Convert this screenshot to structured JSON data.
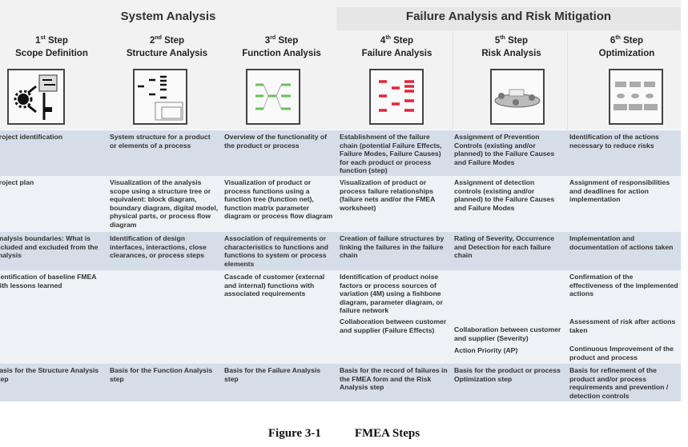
{
  "groups": {
    "system": "System Analysis",
    "failure": "Failure Analysis and Risk Mitigation"
  },
  "steps": [
    {
      "num": "1",
      "sup": "st",
      "word": "Step",
      "name": "Scope Definition",
      "icon": "scope-gear-icon"
    },
    {
      "num": "2",
      "sup": "nd",
      "word": "Step",
      "name": "Structure Analysis",
      "icon": "structure-tree-icon"
    },
    {
      "num": "3",
      "sup": "rd",
      "word": "Step",
      "name": "Function Analysis",
      "icon": "function-net-icon"
    },
    {
      "num": "4",
      "sup": "th",
      "word": "Step",
      "name": "Failure Analysis",
      "icon": "failure-net-icon"
    },
    {
      "num": "5",
      "sup": "th",
      "word": "Step",
      "name": "Risk Analysis",
      "icon": "risk-table-icon"
    },
    {
      "num": "6",
      "sup": "th",
      "word": "Step",
      "name": "Optimization",
      "icon": "optimization-icon"
    }
  ],
  "rows": [
    [
      "Project identification",
      "System structure for a product or elements of a process",
      "Overview of the functionality of the product or process",
      "Establishment of the failure chain (potential Failure Effects, Failure Modes, Failure Causes) for each product or process function (step)",
      "Assignment of Prevention Controls (existing and/or planned) to the Failure Causes and Failure Modes",
      "Identification of the actions necessary to reduce risks"
    ],
    [
      "Project plan",
      "Visualization of the analysis scope using a structure tree or equivalent: block diagram, boundary diagram, digital model, physical parts, or process flow diagram",
      "Visualization of product or process functions using a function tree (function net), function matrix parameter diagram or process flow diagram",
      "Visualization of product or process failure relationships (failure nets and/or the FMEA worksheet)",
      "Assignment of detection controls (existing and/or planned) to the Failure Causes and Failure Modes",
      "Assignment of responsibilities and deadlines for action implementation"
    ],
    [
      "Analysis boundaries: What is included and excluded from the analysis",
      "Identification of design interfaces, interactions, close clearances, or process steps",
      "Association of requirements or characteristics to functions and functions to system or process elements",
      "Creation of failure structures by linking the failures in the failure chain",
      "Rating of Severity, Occurrence and Detection for each failure chain",
      "Implementation and documentation of actions taken"
    ],
    {
      "c1": "Identification of baseline FMEA with lessons learned",
      "c3": "Cascade of customer (external and internal) functions with associated requirements",
      "c4a": "Identification of product noise factors or process sources of variation (4M) using a fishbone diagram, parameter diagram, or failure network",
      "c4b": "Collaboration between customer and supplier (Failure Effects)",
      "c5a": "Collaboration between customer and supplier (Severity)",
      "c5b": "Action Priority  (AP)",
      "c6a": "Confirmation of the effectiveness  of the implemented actions",
      "c6b": "Assessment of risk after actions taken",
      "c6c": "Continuous Improvement of the product and process"
    },
    [
      "Basis for the Structure Analysis step",
      "Basis for the Function Analysis step",
      "Basis for the Failure  Analysis step",
      "Basis for the record of failures in the FMEA form and the Risk Analysis step",
      "Basis for the product or process Optimization step",
      "Basis for refinement of the product and/or process requirements and prevention / detection controls"
    ]
  ],
  "caption": {
    "number": "Figure 3-1",
    "title": "FMEA Steps"
  }
}
